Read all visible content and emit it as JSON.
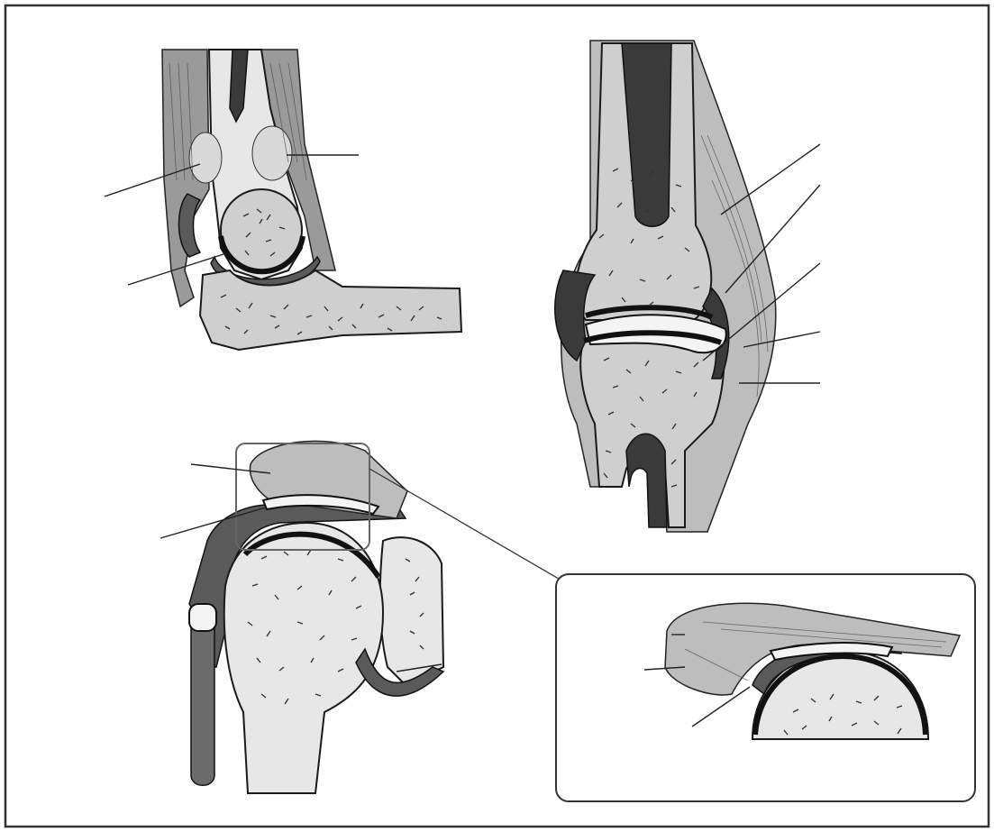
{
  "figure": {
    "panels": [
      "elbow-joint",
      "synovial-joint-section",
      "shoulder-joint",
      "shoulder-inset"
    ],
    "label_text": []
  },
  "colors": {
    "ink": "#1a1a1a",
    "bone": "#cfcfcf",
    "marrow": "#3a3a3a",
    "background": "#ffffff"
  }
}
